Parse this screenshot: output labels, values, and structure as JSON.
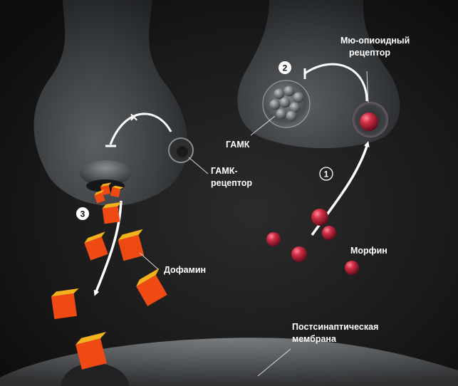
{
  "labels": {
    "mu_receptor_line1": "Мю-опиоидный",
    "mu_receptor_line2": "рецептор",
    "gaba": "ГАМК",
    "gaba_receptor_line1": "ГАМК-",
    "gaba_receptor_line2": "рецептор",
    "dopamine": "Дофамин",
    "morphine": "Морфин",
    "membrane_line1": "Постсинаптическая",
    "membrane_line2": "мембрана"
  },
  "steps": {
    "one": "1",
    "two": "2",
    "three": "3"
  },
  "blocked_mark": "✕",
  "colors": {
    "background": "#141414",
    "neuron": "#3a3d40",
    "morphine": "#c8283c",
    "dopamine": "#f04a14",
    "dopamine_top": "#f2b21e",
    "arrow": "#ffffff"
  }
}
